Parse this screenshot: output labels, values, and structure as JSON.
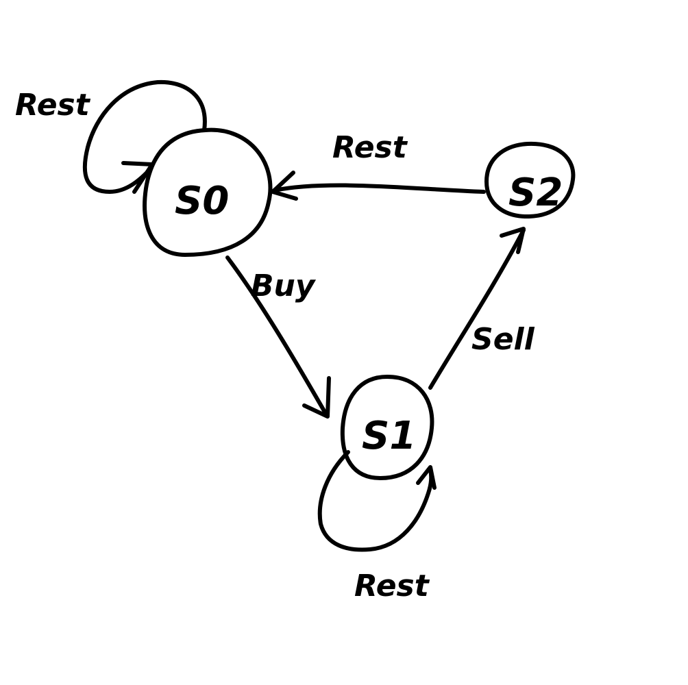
{
  "diagram": {
    "type": "state-machine",
    "ink_color": "#000000",
    "background": "#ffffff",
    "states": [
      {
        "id": "S0",
        "label": "S0"
      },
      {
        "id": "S1",
        "label": "S1"
      },
      {
        "id": "S2",
        "label": "S2"
      }
    ],
    "transitions": [
      {
        "from": "S0",
        "to": "S0",
        "label": "Rest"
      },
      {
        "from": "S0",
        "to": "S1",
        "label": "Buy"
      },
      {
        "from": "S1",
        "to": "S1",
        "label": "Rest"
      },
      {
        "from": "S1",
        "to": "S2",
        "label": "Sell"
      },
      {
        "from": "S2",
        "to": "S0",
        "label": "Rest"
      }
    ]
  }
}
